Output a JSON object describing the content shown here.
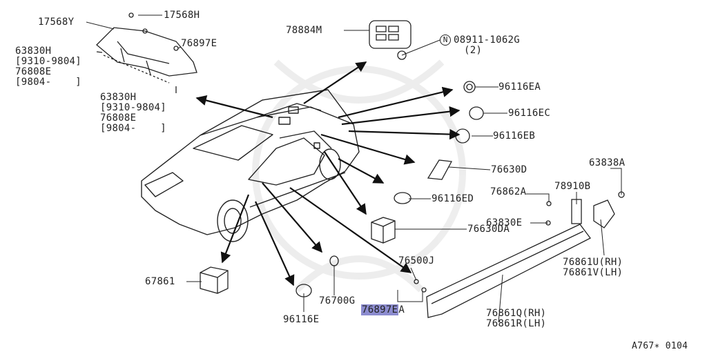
{
  "diagram_code": "A767∗ 0104",
  "highlight_color": "#8c8ccf",
  "labels": {
    "p17568Y": "17568Y",
    "p17568H": "17568H",
    "p76897E_top": "76897E",
    "p63830H_a": "63830H",
    "p9310_a": "[9310-9804]",
    "p76808E_a": "76808E",
    "p9804_a": "[9804-    ]",
    "p63830H_b": "63830H",
    "p9310_b": "[9310-9804]",
    "p76808E_b": "76808E",
    "p9804_b": "[9804-    ]",
    "p78884M": "78884M",
    "circle_n": "N",
    "p08911": "08911-1062G",
    "p08911_qty": "(2)",
    "p96116EA": "96116EA",
    "p96116EC": "96116EC",
    "p96116EB": "96116EB",
    "p76630D": "76630D",
    "p96116ED": "96116ED",
    "p76630DA": "76630DA",
    "p63838A": "63838A",
    "p78910B": "78910B",
    "p76862A": "76862A",
    "p63830E": "63830E",
    "p76861U": "76861U(RH)",
    "p76861V": "76861V(LH)",
    "p76500J": "76500J",
    "p76897E_hl": "76897E",
    "p76897E_suffix": "A",
    "p76700G": "76700G",
    "p67861": "67861",
    "p96116E": "96116E",
    "p76861Q": "76861Q(RH)",
    "p76861R": "76861R(LH)"
  }
}
